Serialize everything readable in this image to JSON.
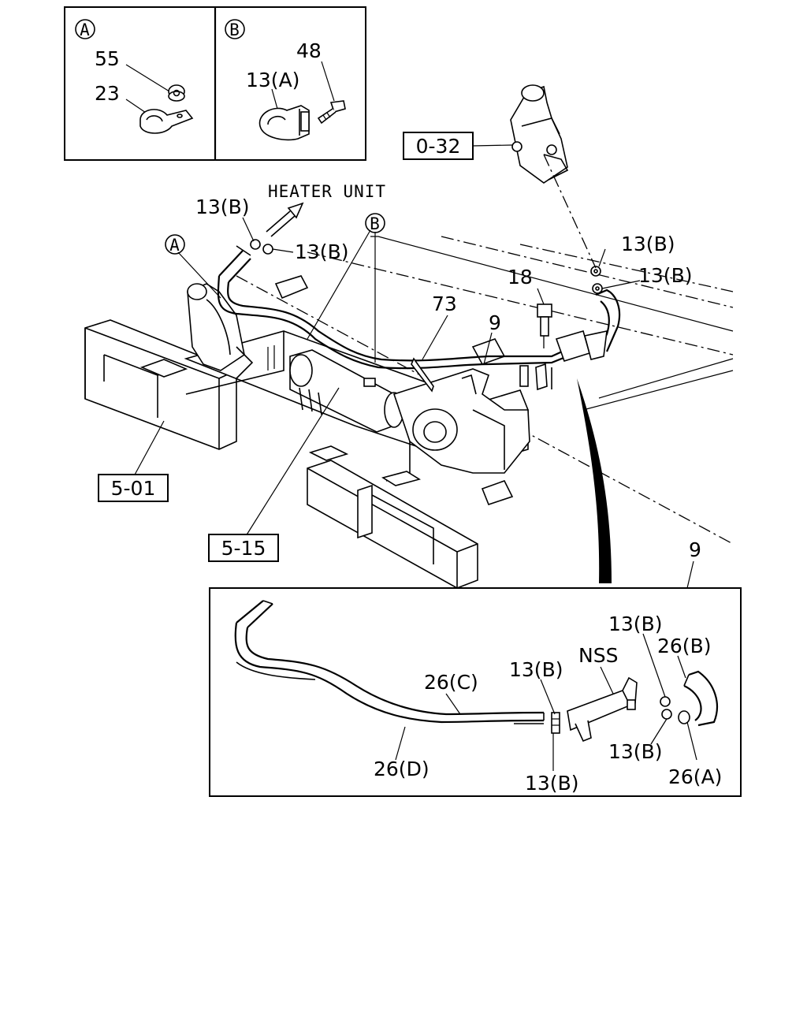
{
  "inset_a": {
    "marker": "A",
    "parts": [
      "55",
      "23"
    ]
  },
  "inset_b": {
    "marker": "B",
    "parts": [
      "48",
      "13(A)"
    ]
  },
  "main": {
    "heater_label": "HEATER UNIT",
    "ref_boxes": [
      "0-32",
      "5-01",
      "5-15"
    ],
    "callout_a": "A",
    "callout_b": "B",
    "labels": {
      "clip_top_left": "13(B)",
      "clip_top_right": "13(B)",
      "clip_right_1": "13(B)",
      "clip_right_2": "13(B)",
      "bolt": "18",
      "band": "73",
      "pipe": "9"
    }
  },
  "detail": {
    "title": "9",
    "labels": {
      "pipe_c": "26(C)",
      "pipe_d": "26(D)",
      "clip_upper": "13(B)",
      "clip_lower": "13(B)",
      "nss": "NSS",
      "clip_right_upper": "13(B)",
      "clip_right_lower": "13(B)",
      "pipe_b": "26(B)",
      "pipe_a": "26(A)"
    }
  }
}
